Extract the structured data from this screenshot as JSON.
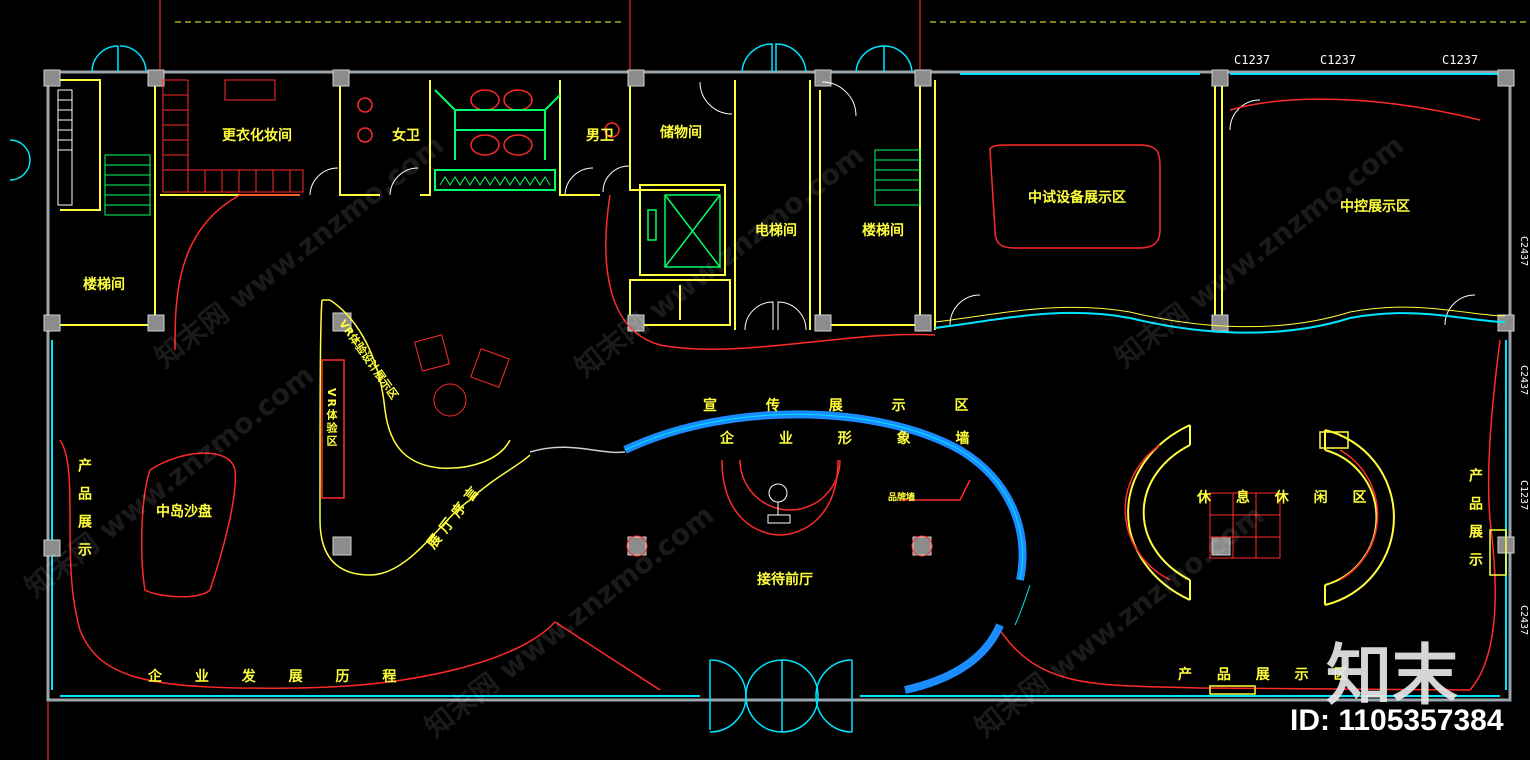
{
  "colors": {
    "wall": "#9aa4ac",
    "glass": "#00e5ff",
    "feature": "#ffff3c",
    "curve": "#ff2a2a",
    "blueWall": "#1a8cff",
    "green": "#00ff66"
  },
  "rooms": {
    "dressing": "更衣化妆间",
    "female_wc": "女卫",
    "male_wc": "男卫",
    "storage": "储物间",
    "elevator": "电梯间",
    "stair_left": "楼梯间",
    "stair_mid": "楼梯间",
    "pilot_equipment": "中试设备展示区",
    "central_control": "中控展示区"
  },
  "zones": {
    "vr": "VR体验区",
    "vr_experience": "VR体验设计展示区",
    "promo": "宣 传 展 示 区",
    "corp_wall": "企 业 形 象 墙",
    "preface": "展厅序言",
    "reception": "接待前厅",
    "sandtable": "中岛沙盘",
    "lounge": "休 息 休 闲 区",
    "product_left": "产品展示",
    "product_right": "产品展示",
    "product_bottom": "产 品 展 示 区",
    "history": "企 业 发 展 历 程",
    "small_tag": "品牌墙"
  },
  "window_tags": [
    "C1237",
    "C1237",
    "C1237"
  ],
  "edge_tags": [
    "C2437",
    "C2437",
    "C1237",
    "C2437"
  ],
  "watermarks": [
    "知末网 www.znzmo.com",
    "知末网 www.znzmo.com",
    "知末网 www.znzmo.com",
    "知末网 www.znzmo.com",
    "知末网 www.znzmo.com",
    "知末网 www.znzmo.com"
  ],
  "brand": {
    "logo": "知末",
    "id_text": "ID: 1105357384"
  }
}
